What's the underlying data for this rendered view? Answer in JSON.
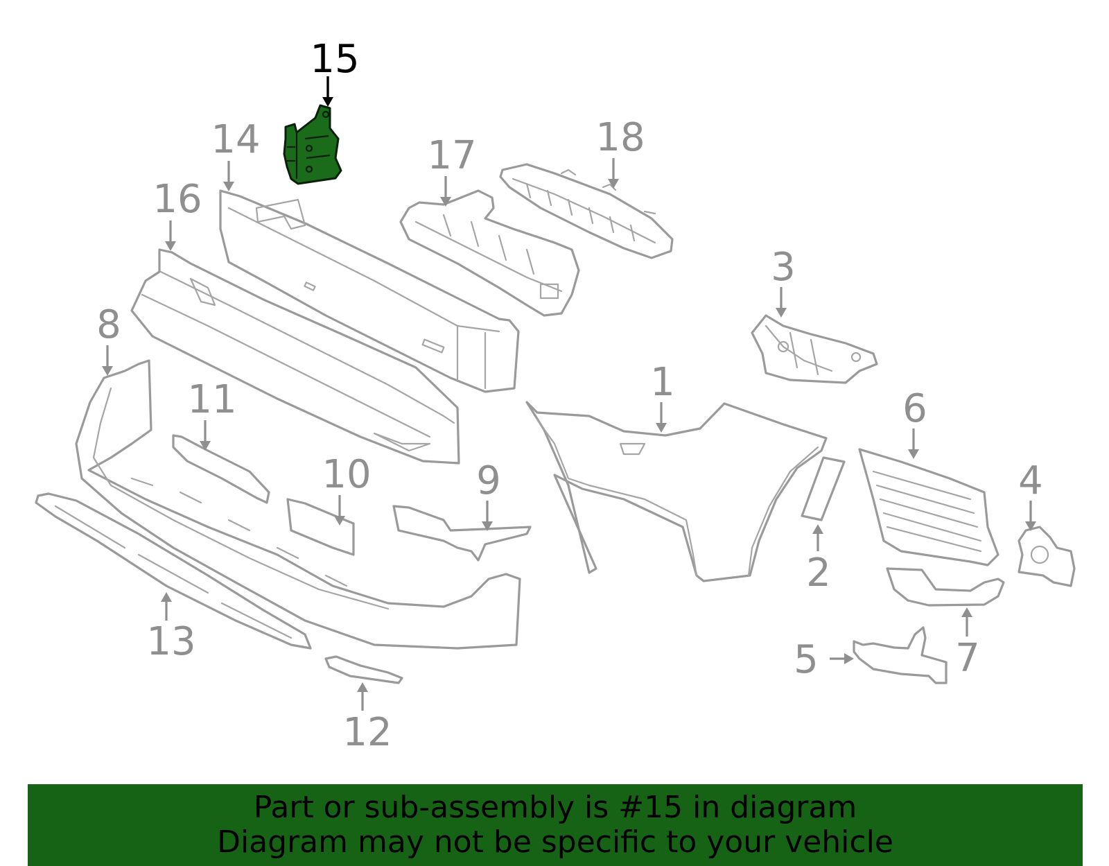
{
  "diagram": {
    "highlighted_part": "15",
    "highlight_color": "#1a6b1a",
    "callouts": [
      "1",
      "2",
      "3",
      "4",
      "5",
      "6",
      "7",
      "8",
      "9",
      "10",
      "11",
      "12",
      "13",
      "14",
      "15",
      "16",
      "17",
      "18"
    ]
  },
  "banner": {
    "line1": "Part or sub-assembly is #15 in diagram",
    "line2": "Diagram may not be specific to your vehicle",
    "background": "#166316"
  }
}
